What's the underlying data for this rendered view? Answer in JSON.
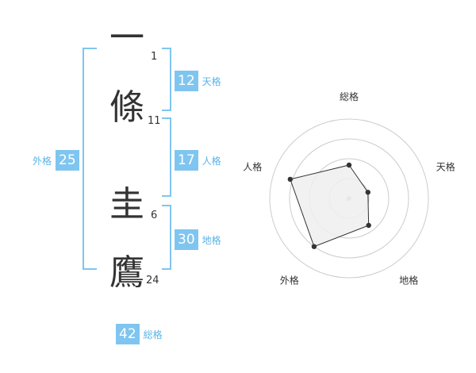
{
  "name": {
    "chars": [
      {
        "char": "一",
        "strokes": "1"
      },
      {
        "char": "條",
        "strokes": "11"
      },
      {
        "char": "圭",
        "strokes": "6"
      },
      {
        "char": "鷹",
        "strokes": "24"
      }
    ]
  },
  "scores": {
    "tenkaku": {
      "value": "12",
      "label": "天格"
    },
    "jinkaku": {
      "value": "17",
      "label": "人格"
    },
    "chikaku": {
      "value": "30",
      "label": "地格"
    },
    "gaikaku": {
      "value": "25",
      "label": "外格"
    },
    "soukaku": {
      "value": "42",
      "label": "総格"
    }
  },
  "chart_data": {
    "type": "radar",
    "axes": [
      "総格",
      "天格",
      "地格",
      "外格",
      "人格"
    ],
    "values": [
      0.42,
      0.25,
      0.42,
      0.75,
      0.78
    ],
    "rmax": 1,
    "rings": 4,
    "colors": {
      "fill": "#efefef",
      "line": "#333333",
      "ring": "#cccccc",
      "center": "#bbbbbb"
    }
  },
  "colors": {
    "accent": "#7fc5f0",
    "label": "#5bb3e8"
  }
}
